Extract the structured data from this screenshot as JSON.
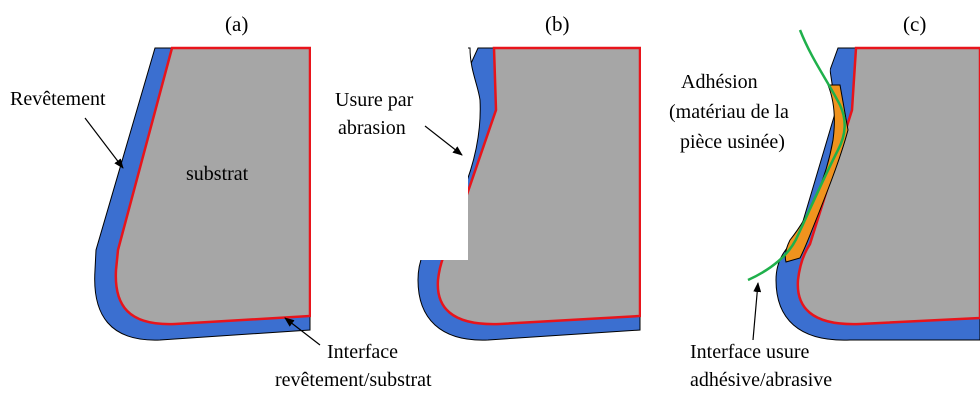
{
  "panels": [
    {
      "id": "a",
      "label": "(a)"
    },
    {
      "id": "b",
      "label": "(b)"
    },
    {
      "id": "c",
      "label": "(c)"
    }
  ],
  "labels": {
    "coating": "Revêtement",
    "substrate": "substrat",
    "interface_line1": "Interface",
    "interface_line2": "revêtement/substrat",
    "abrasion_line1": "Usure par",
    "abrasion_line2": "abrasion",
    "adhesion_line1": "Adhésion",
    "adhesion_line2": "(matériau de la",
    "adhesion_line3": "pièce usinée)",
    "wear_interface_line1": "Interface usure",
    "wear_interface_line2": "adhésive/abrasive"
  },
  "colors": {
    "coating": "#3b6fd0",
    "substrate": "#a6a6a6",
    "interface": "#e8141b",
    "adhesion": "#f0931e",
    "wear_boundary": "#1fb04b",
    "outline": "#000000"
  }
}
